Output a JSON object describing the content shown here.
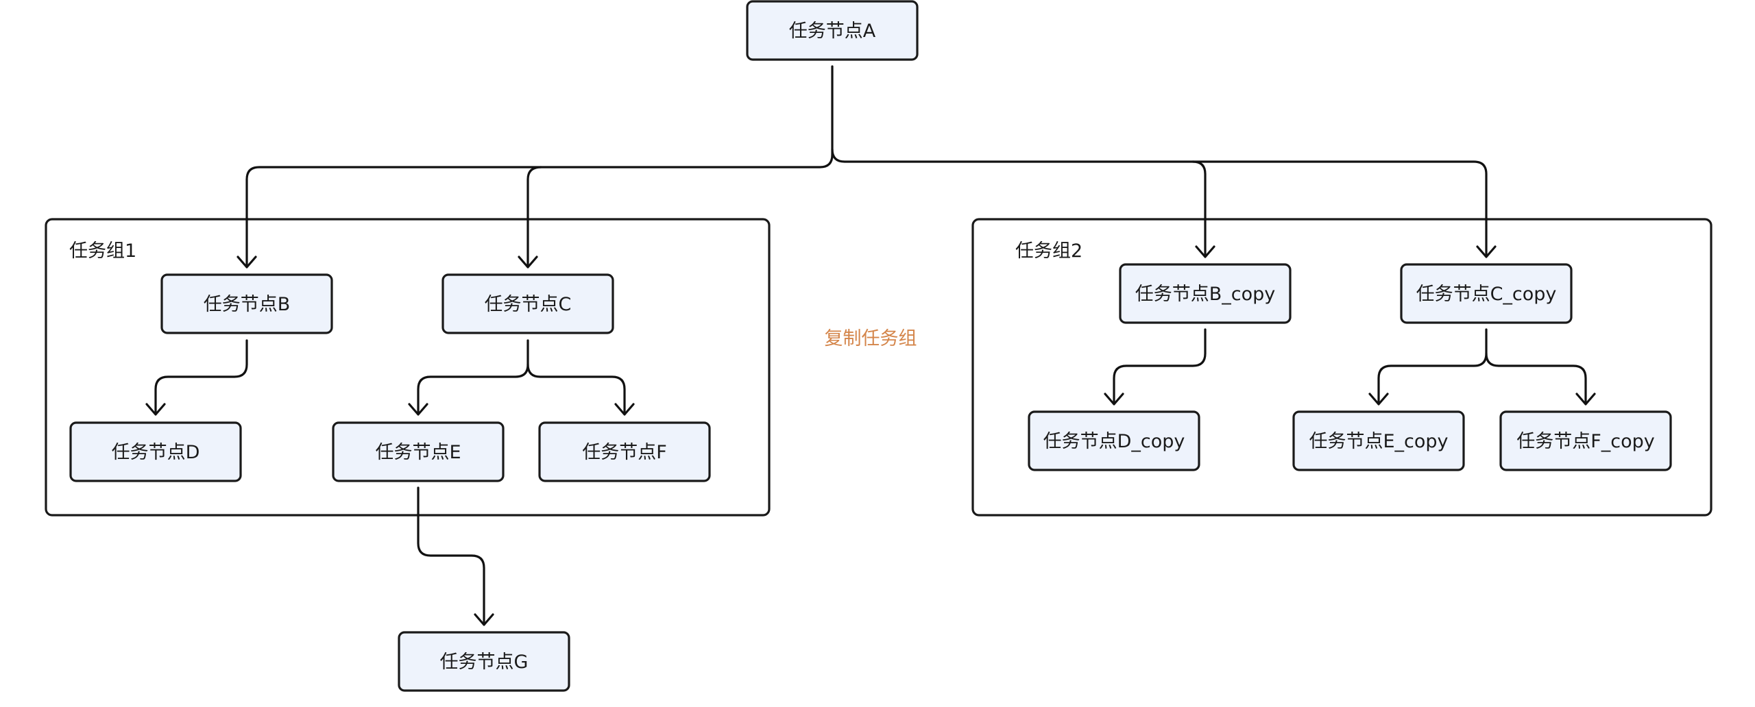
{
  "colors": {
    "node_fill": "#eef3fc",
    "border": "#1a1a1a",
    "annotation": "#d4854a"
  },
  "nodes": {
    "a": "任务节点A",
    "b": "任务节点B",
    "c": "任务节点C",
    "d": "任务节点D",
    "e": "任务节点E",
    "f": "任务节点F",
    "g": "任务节点G",
    "b_copy": "任务节点B_copy",
    "c_copy": "任务节点C_copy",
    "d_copy": "任务节点D_copy",
    "e_copy": "任务节点E_copy",
    "f_copy": "任务节点F_copy"
  },
  "groups": {
    "group1": "任务组1",
    "group2": "任务组2"
  },
  "annotation": "复制任务组",
  "edges": [
    {
      "from": "a",
      "to": "b"
    },
    {
      "from": "a",
      "to": "c"
    },
    {
      "from": "a",
      "to": "b_copy"
    },
    {
      "from": "a",
      "to": "c_copy"
    },
    {
      "from": "b",
      "to": "d"
    },
    {
      "from": "c",
      "to": "e"
    },
    {
      "from": "c",
      "to": "f"
    },
    {
      "from": "e",
      "to": "g"
    },
    {
      "from": "b_copy",
      "to": "d_copy"
    },
    {
      "from": "c_copy",
      "to": "e_copy"
    },
    {
      "from": "c_copy",
      "to": "f_copy"
    }
  ]
}
